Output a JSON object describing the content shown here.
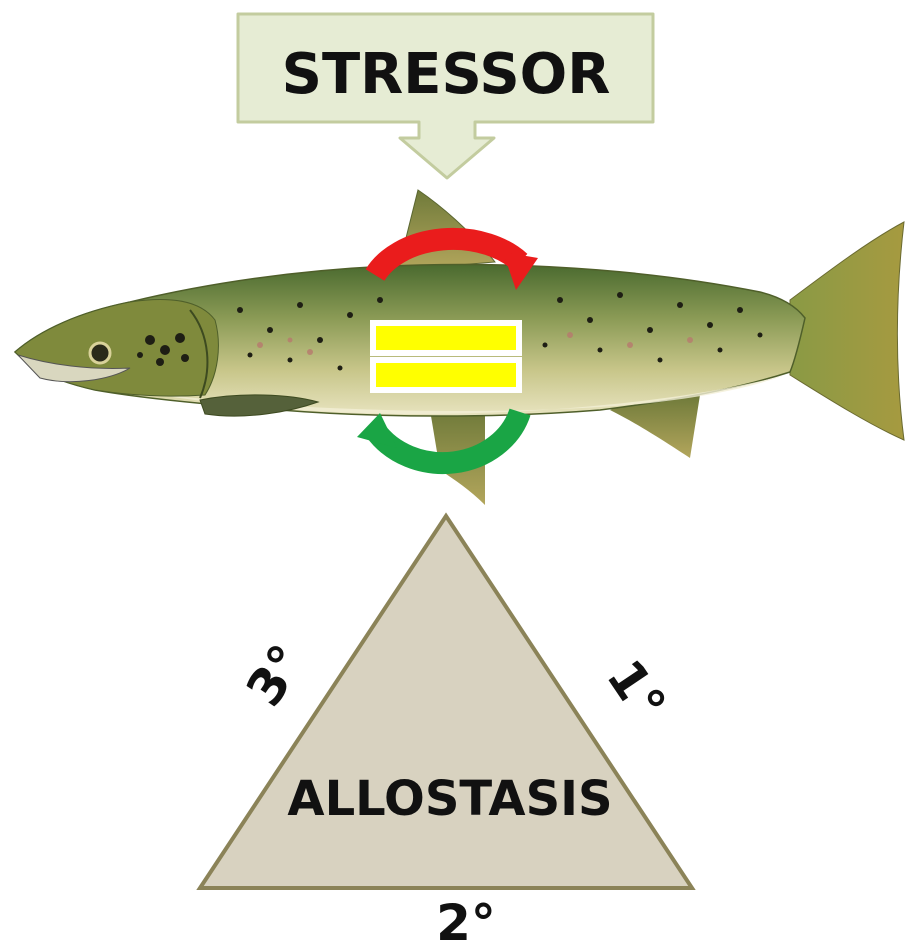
{
  "stressor": {
    "label": "STRESSOR"
  },
  "triangle": {
    "center_label": "ALLOSTASIS",
    "right_side_label": "1°",
    "bottom_side_label": "2°",
    "left_side_label": "3°"
  },
  "colors": {
    "stressor_fill": "#e6ecd4",
    "stressor_stroke": "#c3cc9f",
    "triangle_fill": "#d8d2c0",
    "triangle_stroke": "#8b8358",
    "red_arrow": "#ea1c1c",
    "green_arrow": "#1aa545",
    "equals_bars": "#ffff00",
    "text": "#111111"
  },
  "icons": {
    "fish": "salmon-illustration",
    "top_arrow": "circular-arrow-clockwise-red",
    "bottom_arrow": "circular-arrow-return-green",
    "equals": "equals-sign"
  }
}
